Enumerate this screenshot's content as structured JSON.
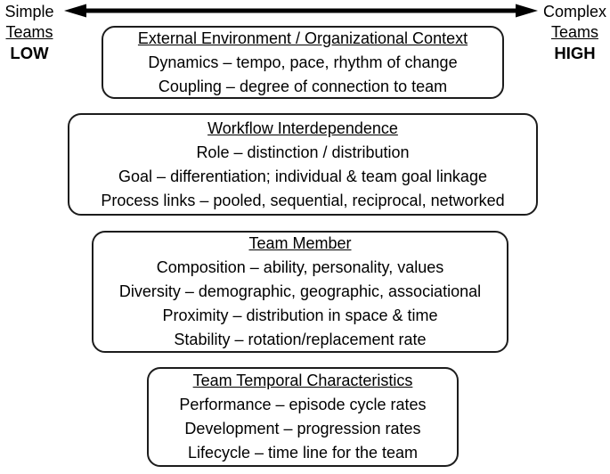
{
  "scale": {
    "left": {
      "top": "Simple",
      "mid": "Teams",
      "bottom": "LOW"
    },
    "right": {
      "top": "Complex",
      "mid": "Teams",
      "bottom": "HIGH"
    }
  },
  "boxes": [
    {
      "title": "External Environment / Organizational Context",
      "lines": [
        "Dynamics – tempo, pace, rhythm of change",
        "Coupling – degree of connection to team"
      ]
    },
    {
      "title": "Workflow Interdependence",
      "lines": [
        "Role – distinction / distribution",
        "Goal – differentiation; individual & team goal linkage",
        "Process links – pooled, sequential, reciprocal, networked"
      ]
    },
    {
      "title": "Team Member",
      "lines": [
        "Composition – ability, personality, values",
        "Diversity – demographic, geographic, associational",
        "Proximity – distribution in space & time",
        "Stability – rotation/replacement rate"
      ]
    },
    {
      "title": "Team Temporal Characteristics",
      "lines": [
        "Performance – episode cycle rates",
        "Development – progression rates",
        "Lifecycle – time line for the team"
      ]
    }
  ],
  "colors": {
    "text": "#000000",
    "border": "#1c1c1c",
    "background": "#ffffff",
    "arrow": "#000000"
  }
}
